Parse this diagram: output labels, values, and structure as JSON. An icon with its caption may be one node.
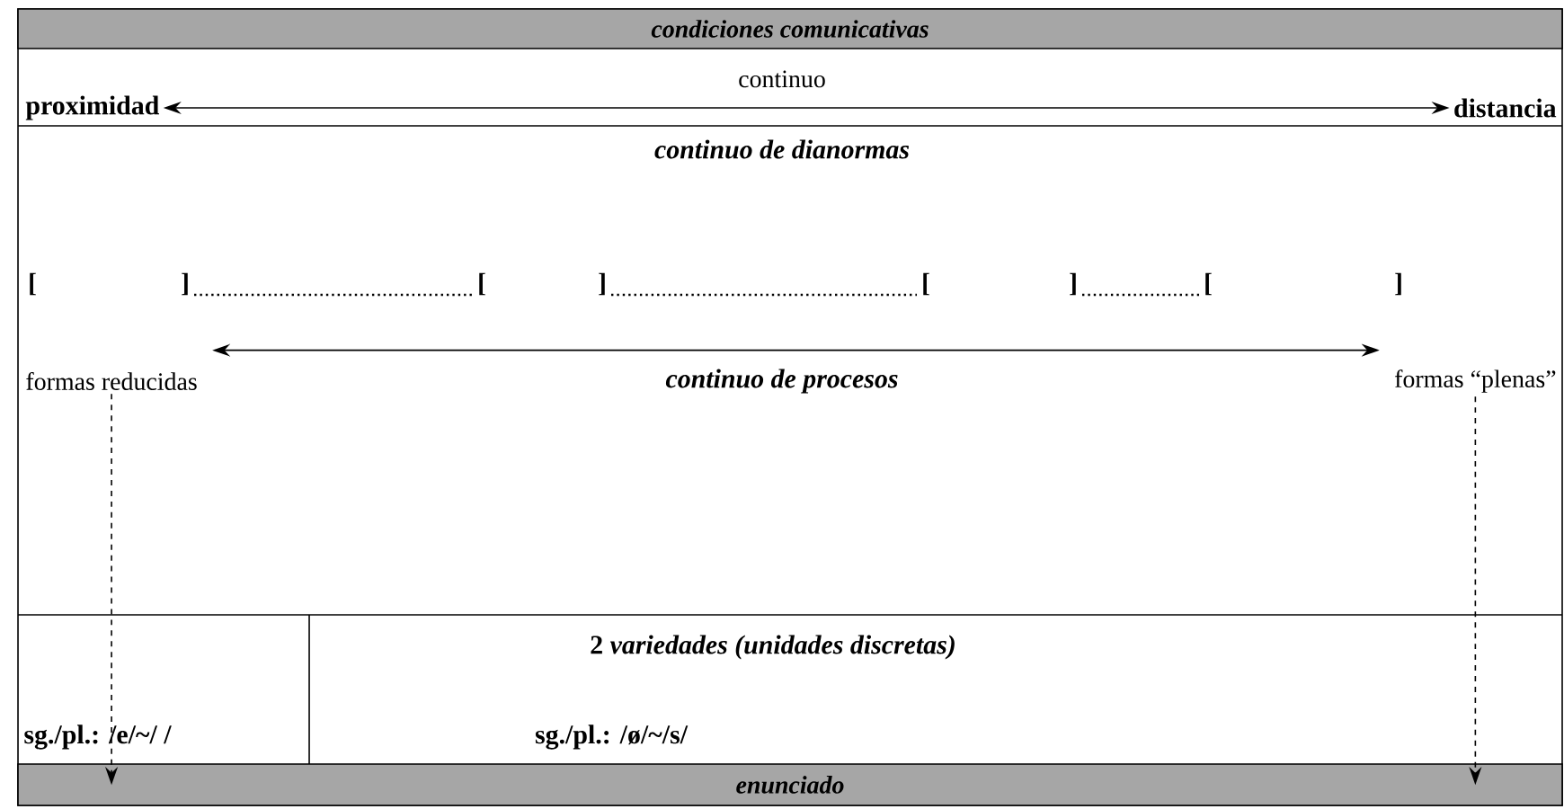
{
  "diagram": {
    "nodes": [
      {
        "text": [
          "condiciones comunicativas"
        ]
      },
      {
        "text": [
          "proximidad"
        ]
      },
      {
        "text": [
          "distancia"
        ]
      },
      {
        "text": [
          "formas reducidas"
        ]
      },
      {
        "text": [
          "formas “plenas”"
        ]
      },
      {
        "text": [
          "enunciado"
        ]
      }
    ],
    "edges": [
      {
        "from": 1,
        "to": 2,
        "arrow": "both",
        "label": "continuo"
      },
      {
        "from": 3,
        "to": 4,
        "arrow": "both",
        "label": "continuo de procesos"
      },
      {
        "from": 3,
        "to": 5,
        "arrow": "to",
        "style": "dashed"
      },
      {
        "from": 4,
        "to": 5,
        "arrow": "to",
        "style": "dashed"
      }
    ],
    "labels": [
      "continuo de dianormas",
      "[",
      "]",
      "[",
      "]",
      "[",
      "]",
      "[",
      "]",
      "2 *variedades (unidades discretas)*",
      "sg./pl.: /e/~/  /",
      "sg./pl.: /ø/~/s/"
    ]
  }
}
